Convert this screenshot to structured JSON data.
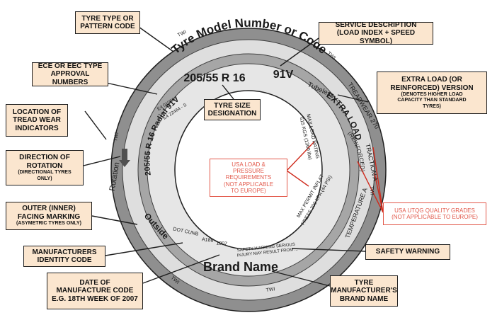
{
  "tyre": {
    "model_text": "Tyre Model Number or Code",
    "size": "205/55 R 16",
    "load_speed": "91V",
    "tubeless": "Tubeless",
    "extra_load": "EXTRA LOAD",
    "treadwear": "TREADWEAR 270",
    "traction": "TRACTION A",
    "reinforced": "(REINFORCED)",
    "temperature": "TEMPERATURE A",
    "max_load": "MAX LOAD RATING",
    "max_load_kgs": "615 KGS (1360 lbs)",
    "max_inflation": "MAX PERMIT INFLAT",
    "max_pressure": "PRESS 300 KPA (44 PSI)",
    "approval_1": "E4 010504",
    "approval_2": "E4 22464 - S",
    "rotation": "Rotation",
    "side_size": "205/55 R 16 Radial 91V",
    "outside": "Outside",
    "dot": "DOT CUNB",
    "a186": "A186",
    "date": "1807",
    "safety_1": "SAFETY WARNING SERIOUS",
    "safety_2": "INJURY MAY RESULT FROM ...",
    "brand": "Brand Name",
    "twi": "TWI"
  },
  "callouts": {
    "tyre_type": [
      "TYRE TYPE OR",
      "PATTERN CODE"
    ],
    "service": [
      "SERVICE DESCRIPTION",
      "(LOAD INDEX + SPEED SYMBOL)"
    ],
    "ece": [
      "ECE OR EEC TYPE",
      "APPROVAL NUMBERS"
    ],
    "extra_load": [
      "EXTRA LOAD (OR",
      "REINFORCED) VERSION",
      "(DENOTES HIGHER LOAD",
      "CAPACITY THAN STANDARD",
      "TYRES)"
    ],
    "tyre_size": [
      "TYRE SIZE",
      "DESIGNATION"
    ],
    "tread_wear": [
      "LOCATION OF",
      "TREAD WEAR",
      "INDICATORS"
    ],
    "direction": [
      "DIRECTION OF",
      "ROTATION",
      "(DIRECTIONAL TYRES",
      "ONLY)"
    ],
    "usa_load": [
      "USA LOAD &",
      "PRESSURE",
      "REQUIREMENTS",
      "(NOT APPLICABLE",
      "TO EUROPE)"
    ],
    "outer": [
      "OUTER (INNER)",
      "FACING MARKING",
      "(ASYMETRIC TYRES ONLY)"
    ],
    "utqg": [
      "USA UTQG QUALITY GRADES",
      "(NOT APPLICABLE TO EUROPE)"
    ],
    "manufacturer_id": [
      "MANUFACTURERS",
      "IDENTITY CODE"
    ],
    "safety": [
      "SAFETY WARNING"
    ],
    "date_code": [
      "DATE OF",
      "MANUFACTURE CODE",
      "E.G. 18TH WEEK OF 2007"
    ],
    "brand_name": [
      "TYRE",
      "MANUFACTURER'S",
      "BRAND NAME"
    ]
  }
}
